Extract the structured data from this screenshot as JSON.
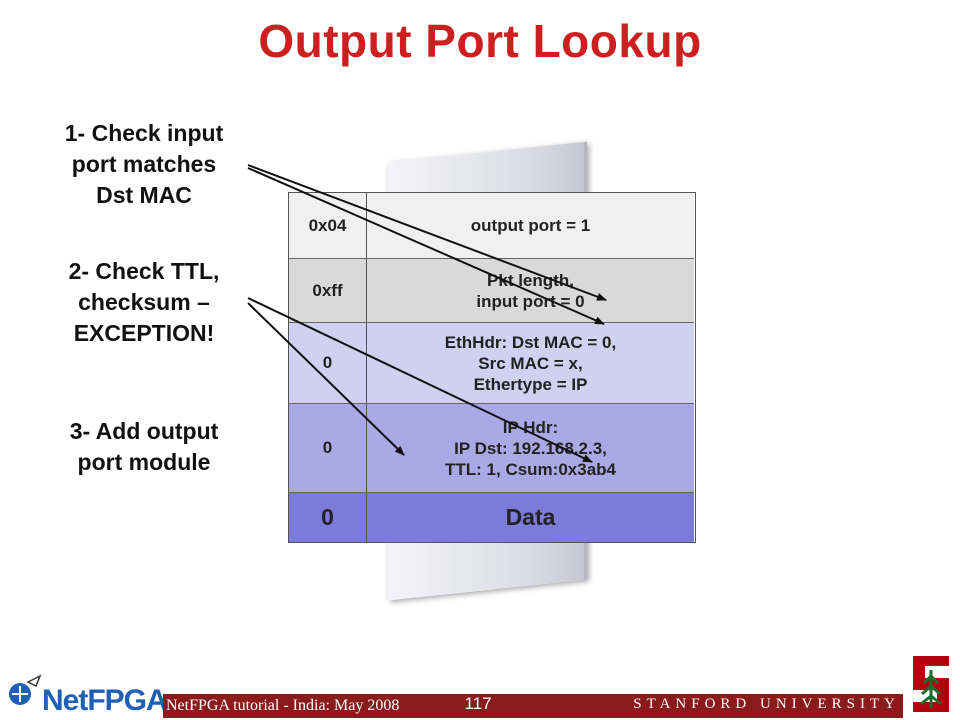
{
  "title": "Output Port Lookup",
  "steps": [
    {
      "line1": "1- Check input",
      "line2": "port matches",
      "line3": "Dst MAC"
    },
    {
      "line1": "2- Check TTL,",
      "line2": "checksum –",
      "line3": "EXCEPTION!"
    },
    {
      "line1": "3- Add output",
      "line2": "port module"
    }
  ],
  "packet": {
    "rows": [
      {
        "left": "0x04",
        "right": [
          "output port = 1"
        ]
      },
      {
        "left": "0xff",
        "right": [
          "Pkt length,",
          "input port = 0"
        ]
      },
      {
        "left": "0",
        "right": [
          "EthHdr: Dst MAC = 0,",
          "Src MAC = x,",
          "Ethertype = IP"
        ]
      },
      {
        "left": "0",
        "right": [
          "IP Hdr:",
          "IP Dst: 192.168.2.3,",
          "TTL: 1, Csum:0x3ab4"
        ]
      },
      {
        "left": "0",
        "right": [
          "Data"
        ]
      }
    ]
  },
  "footer": {
    "tutorial": "NetFPGA tutorial - India: May 2008",
    "slide_number": "117",
    "university": "STANFORD UNIVERSITY",
    "logo": "NetFPGA"
  },
  "colors": {
    "title": "#cc1f1f",
    "footer_bar": "#8b1a1a",
    "row_module_header": "#f0f0f0",
    "row_io_header": "#d9d9d9",
    "row_eth_header": "#d0d0f0",
    "row_ip_header": "#a9a9e6",
    "row_data": "#7b7bd9"
  }
}
